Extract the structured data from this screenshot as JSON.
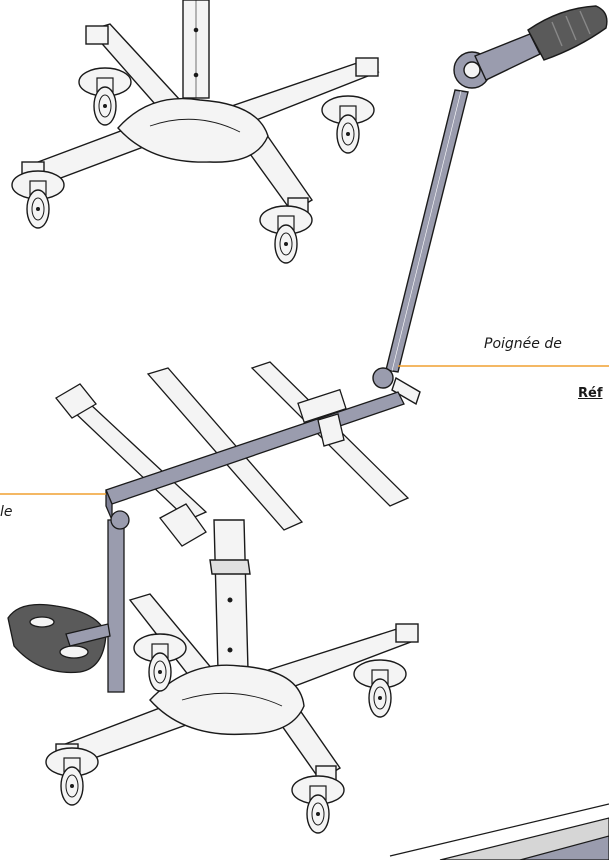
{
  "labels": {
    "handle": "Poignée de",
    "reference": "Réf",
    "left_fragment": "le"
  },
  "colors": {
    "leader_line": "#F0A030",
    "line_art": "#1a1a1a",
    "metal_fill": "#f4f4f4",
    "highlight_fill": "#9a9cae",
    "grip_fill": "#5a5a5a"
  }
}
